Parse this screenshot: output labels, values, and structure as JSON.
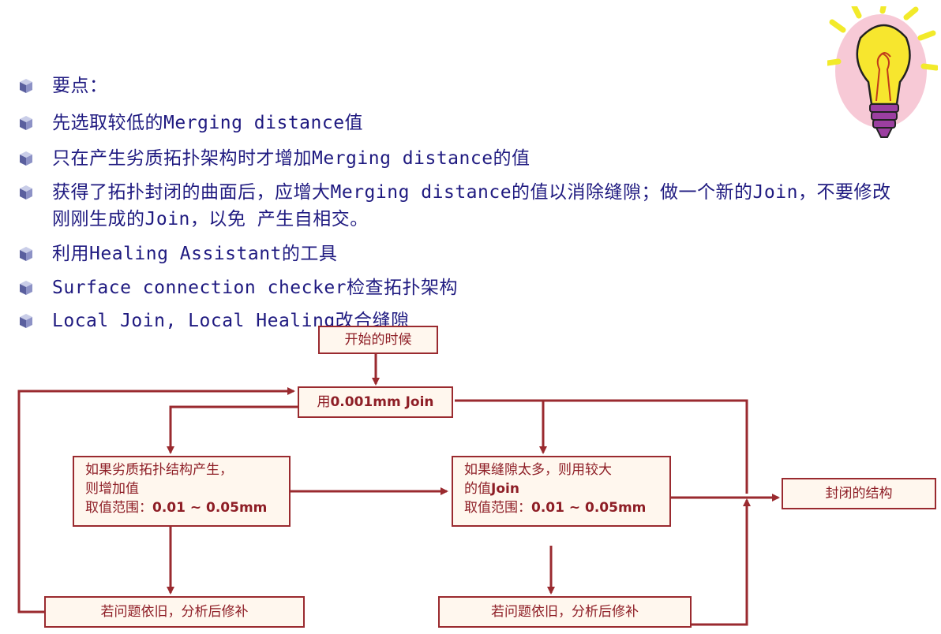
{
  "bullets": [
    "要点：",
    "先选取较低的Merging distance值",
    "只在产生劣质拓扑架构时才增加Merging distance的值",
    "获得了拓扑封闭的曲面后，应增大Merging distance的值以消除缝隙；做一个新的Join，不要修改刚刚生成的Join，以免 产生自相交。",
    "利用Healing Assistant的工具",
    "Surface connection checker检查拓扑架构",
    "Local Join, Local Healing改合缝隙"
  ],
  "flow": {
    "start": "开始的时候",
    "join_prefix": "用",
    "join_bold": "0.001mm Join",
    "left_box": {
      "line1": "如果劣质拓扑结构产生，",
      "line2": "则增加值",
      "line3_prefix": "取值范围：",
      "line3_bold": "0.01 ~ 0.05mm"
    },
    "right_box": {
      "line1": "如果缝隙太多，则用较大",
      "line2_prefix": "的值",
      "line2_bold": "Join",
      "line3_prefix": "取值范围：",
      "line3_bold": "0.01 ~ 0.05mm"
    },
    "left_bottom": "若问题依旧，分析后修补",
    "right_bottom": "若问题依旧，分析后修补",
    "closed": "封闭的结构"
  },
  "colors": {
    "bullet_text": "#1f1a80",
    "flow_line": "#9a2a2f",
    "box_fill": "#fff7ee"
  },
  "icons": [
    "bullet-cube-icon",
    "lightbulb-icon"
  ]
}
